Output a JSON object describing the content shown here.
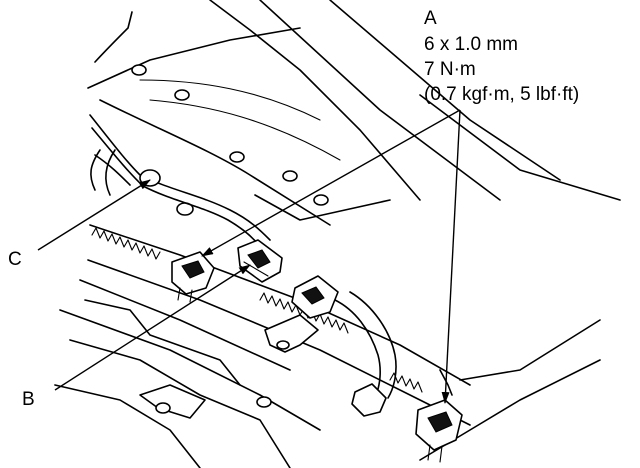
{
  "callouts": {
    "a": "A",
    "b": "B",
    "c": "C"
  },
  "spec": {
    "bolt_size": "6 x 1.0 mm",
    "torque_nm": "7 N·m",
    "torque_alt": "(0.7 kgf·m, 5 lbf·ft)"
  }
}
